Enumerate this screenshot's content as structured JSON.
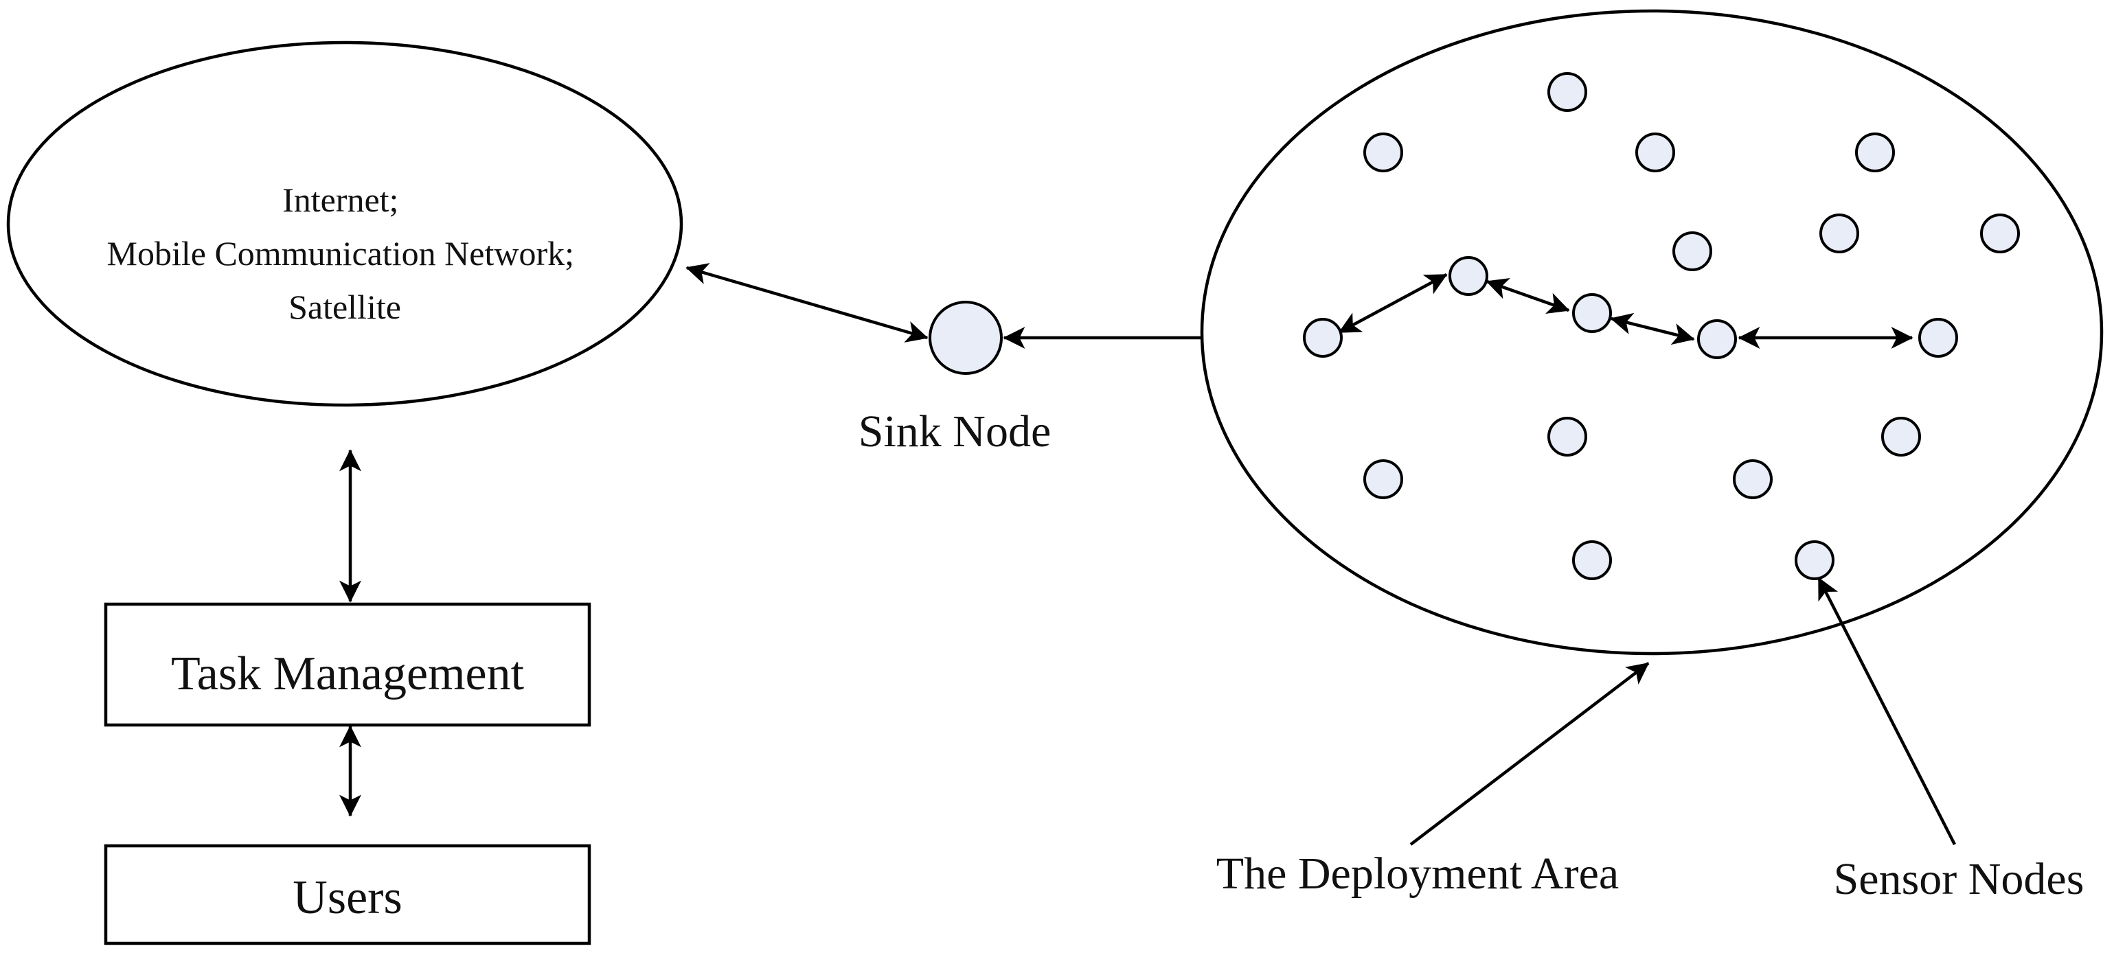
{
  "network_cloud": {
    "lines": [
      "Internet;",
      "Mobile Communication Network;",
      "Satellite"
    ]
  },
  "sink_node": {
    "label": "Sink Node"
  },
  "task_management": {
    "label": "Task Management"
  },
  "users": {
    "label": "Users"
  },
  "deployment_area": {
    "label": "The Deployment Area"
  },
  "sensor_nodes": {
    "label": "Sensor Nodes"
  },
  "colors": {
    "node_fill": "#e8edf7",
    "stroke": "#000000",
    "background": "#ffffff"
  }
}
